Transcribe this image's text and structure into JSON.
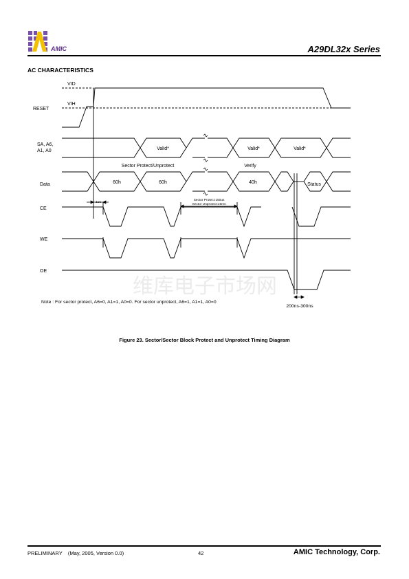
{
  "header": {
    "brand": "AMIC",
    "series": "A29DL32x Series",
    "section_title": "AC CHARACTERISTICS",
    "logo_icon": "amic-chip-logo-icon"
  },
  "diagram": {
    "levels": {
      "vid": "VID",
      "vih": "VIH"
    },
    "signals": {
      "reset": "RESET",
      "address": [
        "SA, A6,",
        "A1, A0"
      ],
      "data": "Data",
      "ce": "CE",
      "we": "WE",
      "oe": "OE"
    },
    "address_values": [
      "Valid*",
      "Valid*",
      "Valid*"
    ],
    "data_values": [
      "60h",
      "60h",
      "40h",
      "Status"
    ],
    "phase_labels": {
      "protect": "Sector Protect/Unprotect",
      "verify": "Verify"
    },
    "timing": {
      "t1us": "1us",
      "protect_time": "Sector Protect:150us",
      "unprotect_time": "Sector Unprotect:15ms",
      "oe_window": "200ns-300ns"
    },
    "watermark": "维库电子市场网",
    "note": "Note : For sector protect, A6=0, A1=1, A0=0. For sector unprotect, A6=1, A1=1, A0=0"
  },
  "caption": "Figure 23. Sector/Sector Block Protect and Unprotect Timing Diagram",
  "footer": {
    "left": "PRELIMINARY    (May, 2005, Version 0.0)",
    "page": "42",
    "company": "AMIC Technology, Corp."
  }
}
